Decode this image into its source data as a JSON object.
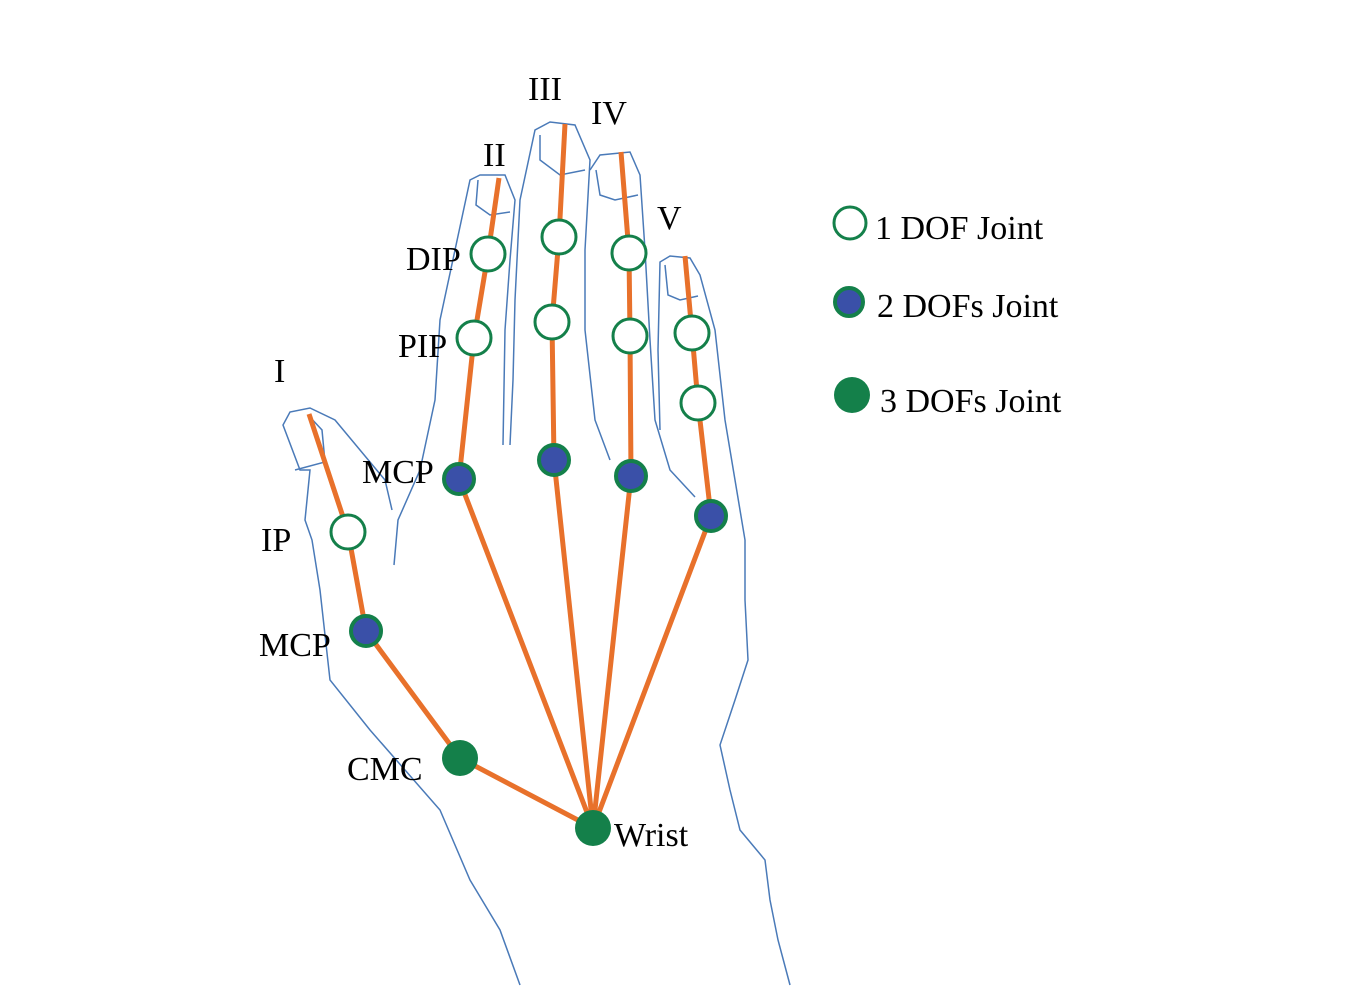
{
  "colors": {
    "bone": "#e8712b",
    "outline": "#4a7ab8",
    "joint_ring": "#14804a",
    "joint_2dof_fill": "#3a50a8",
    "joint_3dof_fill": "#14804a"
  },
  "finger_labels": [
    "I",
    "II",
    "III",
    "IV",
    "V"
  ],
  "joint_labels": {
    "dip": "DIP",
    "pip": "PIP",
    "mcp_index": "MCP",
    "ip": "IP",
    "mcp_thumb": "MCP",
    "cmc": "CMC",
    "wrist": "Wrist"
  },
  "legend": [
    {
      "label": "1 DOF Joint",
      "type": "1dof"
    },
    {
      "label": "2 DOFs Joint",
      "type": "2dof"
    },
    {
      "label": "3 DOFs Joint",
      "type": "3dof"
    }
  ]
}
